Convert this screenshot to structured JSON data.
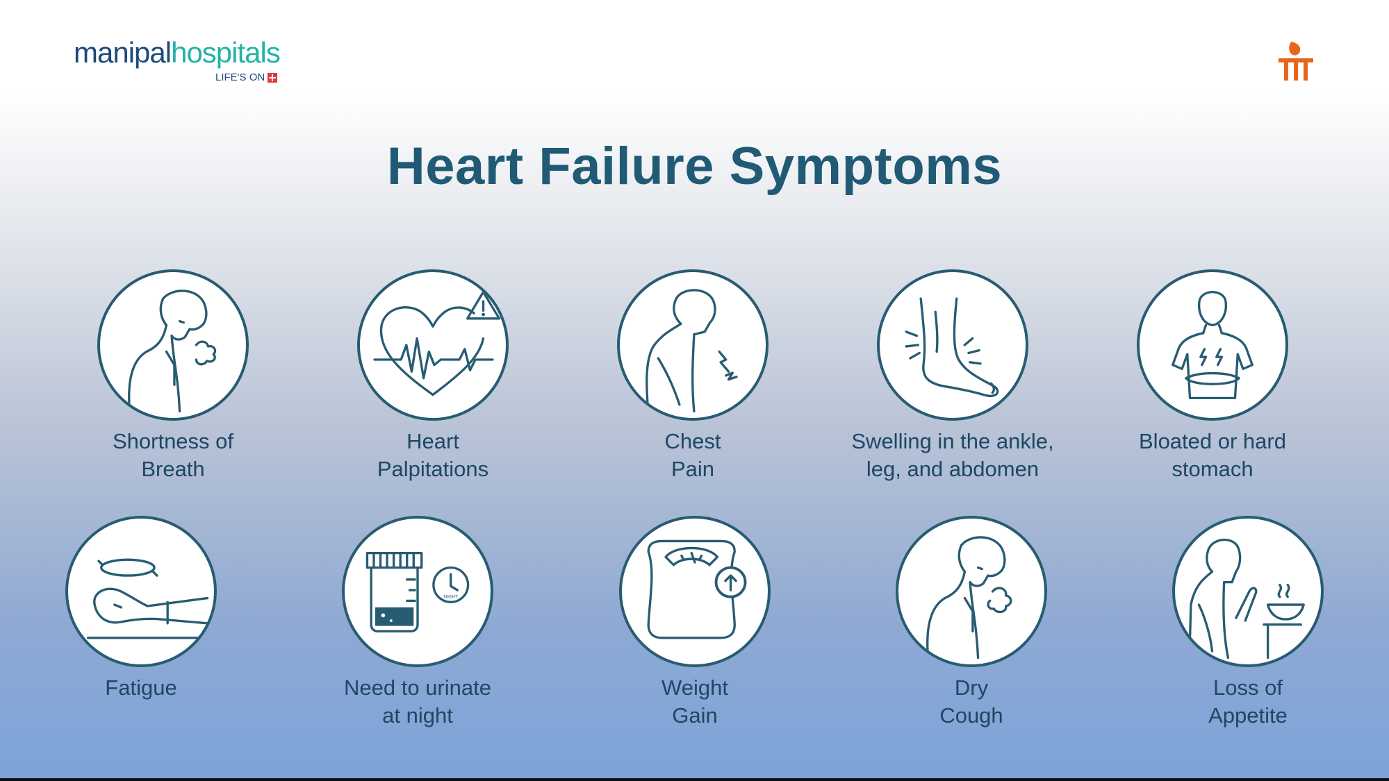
{
  "brand": {
    "name_part1": "manipal",
    "name_part2": "hospitals",
    "tagline": "LIFE'S ON"
  },
  "title": "Heart Failure Symptoms",
  "colors": {
    "title": "#215a74",
    "icon_stroke": "#285c72",
    "brand_blue": "#1b4a7a",
    "brand_teal": "#21b3a6",
    "corner_mark": "#e8661c"
  },
  "symptoms": [
    {
      "label": "Shortness of\nBreath",
      "icon": "person-breathing-icon"
    },
    {
      "label": "Heart\nPalpitations",
      "icon": "heart-warning-icon"
    },
    {
      "label": "Chest\nPain",
      "icon": "chest-pain-icon"
    },
    {
      "label": "Swelling in the ankle,\nleg, and abdomen",
      "icon": "swollen-foot-icon"
    },
    {
      "label": "Bloated or hard\nstomach",
      "icon": "stomach-pain-icon"
    },
    {
      "label": "Fatigue",
      "icon": "lying-tired-icon"
    },
    {
      "label": "Need to urinate\nat night",
      "icon": "urine-cup-clock-icon",
      "clock_text": "NIGHT"
    },
    {
      "label": "Weight\nGain",
      "icon": "weighing-scale-icon"
    },
    {
      "label": "Dry\nCough",
      "icon": "person-coughing-icon"
    },
    {
      "label": "Loss of\nAppetite",
      "icon": "refusing-food-icon"
    }
  ]
}
